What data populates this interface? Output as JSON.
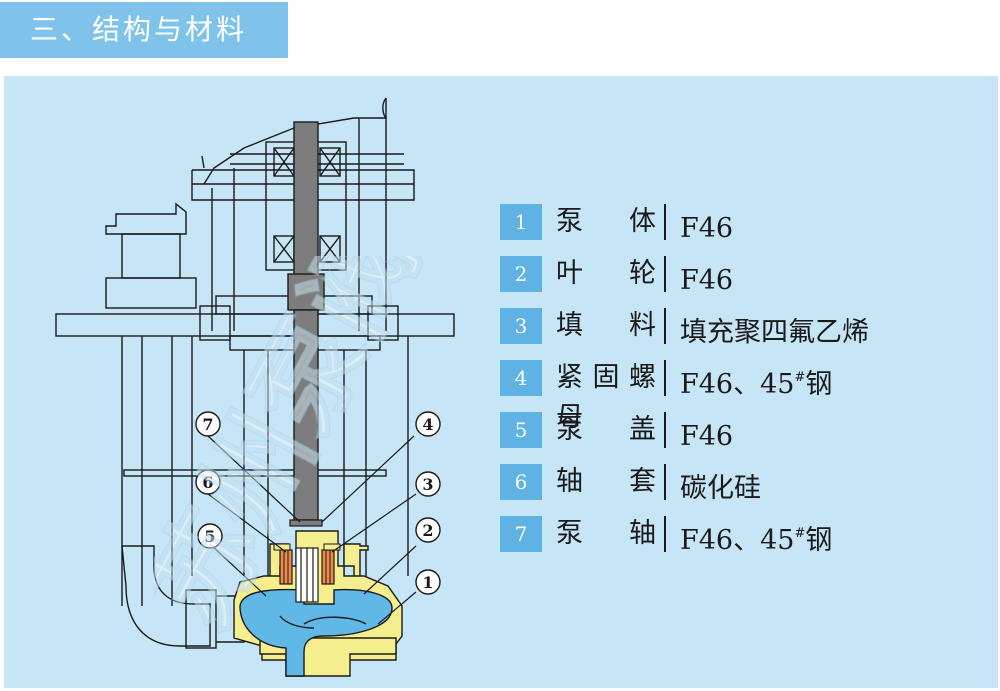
{
  "header": {
    "title": "三、结构与材料"
  },
  "watermark": {
    "text": "苏州泵阀"
  },
  "parts": [
    {
      "num": "1",
      "name": "泵体",
      "material": "F46",
      "material_sup": "",
      "material_tail": ""
    },
    {
      "num": "2",
      "name": "叶轮",
      "material": "F46",
      "material_sup": "",
      "material_tail": ""
    },
    {
      "num": "3",
      "name": "填料",
      "material": "填充聚四氟乙烯",
      "material_sup": "",
      "material_tail": ""
    },
    {
      "num": "4",
      "name": "紧固螺母",
      "material": "F46、45",
      "material_sup": "#",
      "material_tail": "钢"
    },
    {
      "num": "5",
      "name": "泵盖",
      "material": "F46",
      "material_sup": "",
      "material_tail": ""
    },
    {
      "num": "6",
      "name": "轴套",
      "material": "碳化硅",
      "material_sup": "",
      "material_tail": ""
    },
    {
      "num": "7",
      "name": "泵轴",
      "material": "F46、45",
      "material_sup": "#",
      "material_tail": "钢"
    }
  ],
  "callouts": [
    "1",
    "2",
    "3",
    "4",
    "5",
    "6",
    "7"
  ],
  "colors": {
    "title_bg": "#7fc3ea",
    "panel_bg": "#c6e5f6",
    "num_box": "#5fb3e4",
    "yellow_part": "#f5ee8e",
    "blue_part": "#5fb8e6",
    "shaft": "#7d7d7d",
    "outline": "#1a1a1a"
  }
}
